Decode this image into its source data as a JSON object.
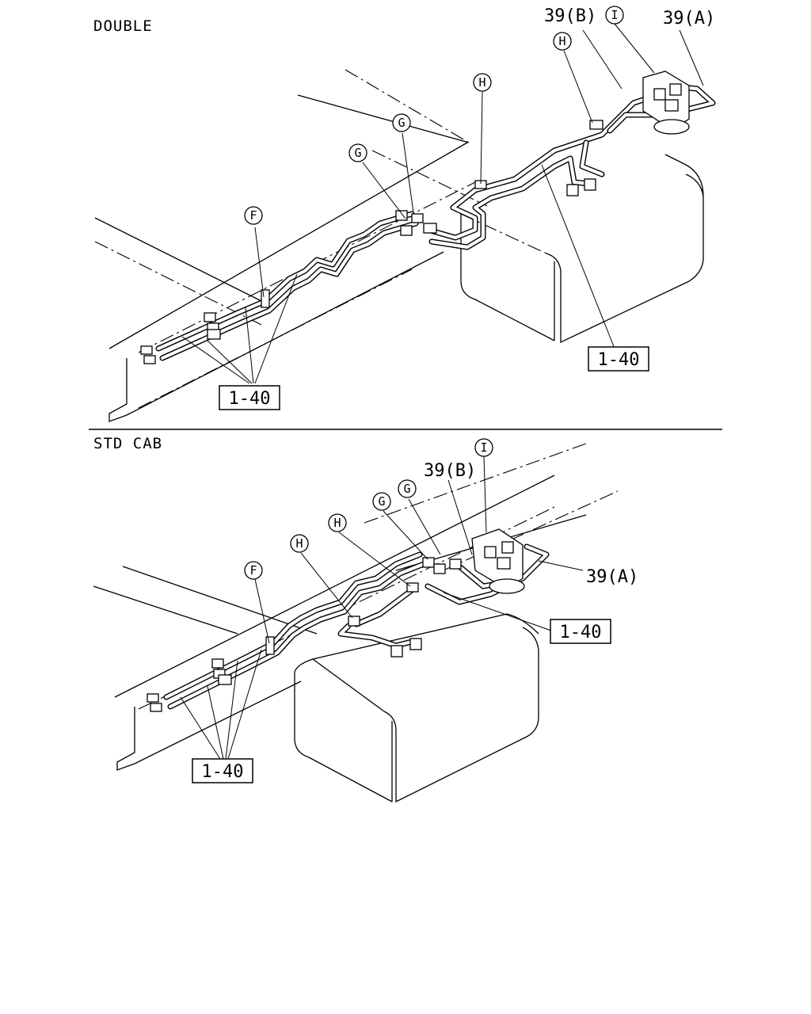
{
  "sections": {
    "double": {
      "title": "DOUBLE",
      "callouts": {
        "f": "F",
        "g1": "G",
        "g2": "G",
        "h1": "H",
        "h2": "H",
        "i": "I",
        "part_39b": "39(B)",
        "part_39a": "39(A)",
        "ref_1": "1-40",
        "ref_2": "1-40"
      }
    },
    "std_cab": {
      "title": "STD CAB",
      "callouts": {
        "f": "F",
        "g1": "G",
        "g2": "G",
        "h1": "H",
        "h2": "H",
        "i": "I",
        "part_39b": "39(B)",
        "part_39a": "39(A)",
        "ref_1": "1-40",
        "ref_2": "1-40"
      }
    }
  }
}
